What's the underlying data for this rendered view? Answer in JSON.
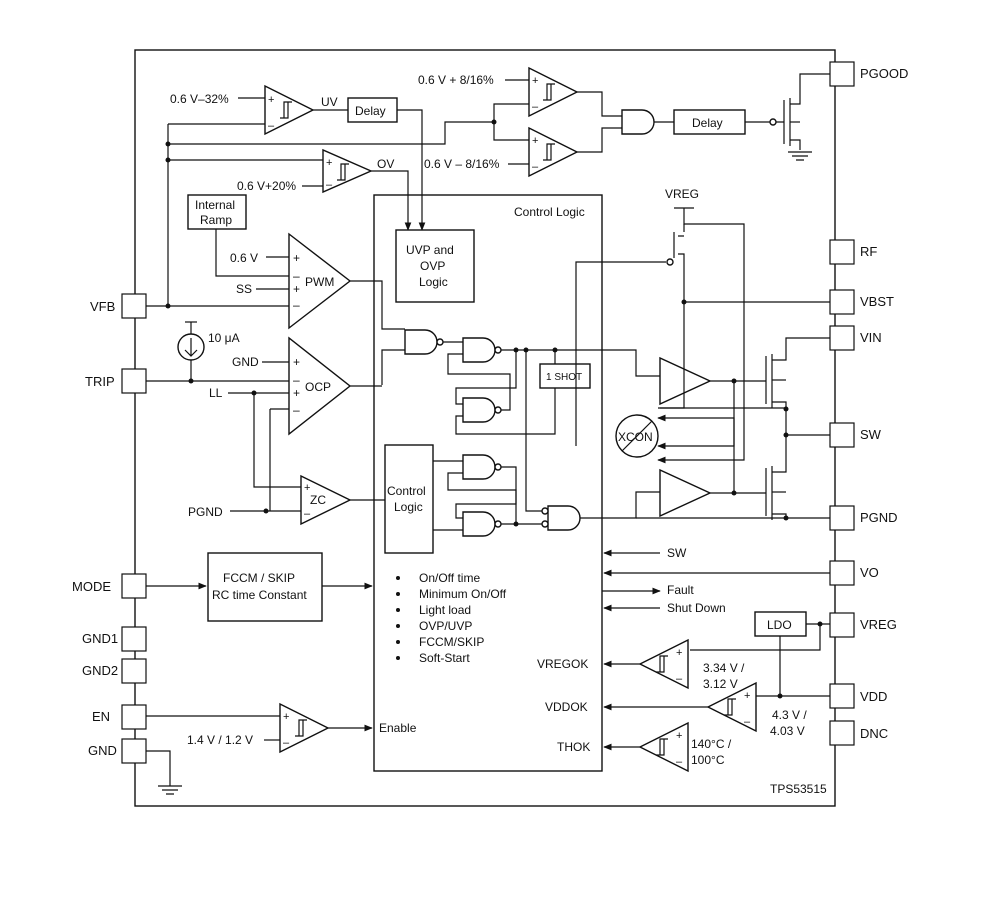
{
  "chip": {
    "part_number": "TPS53515"
  },
  "pins_left": {
    "vfb": "VFB",
    "trip": "TRIP",
    "mode": "MODE",
    "gnd1": "GND1",
    "gnd2": "GND2",
    "en": "EN",
    "gnd": "GND"
  },
  "pins_right": {
    "pgood": "PGOOD",
    "rf": "RF",
    "vbst": "VBST",
    "vin": "VIN",
    "sw": "SW",
    "pgnd": "PGND",
    "vo": "VO",
    "vreg": "VREG",
    "vdd": "VDD",
    "dnc": "DNC"
  },
  "labels": {
    "uv_threshold": "0.6 V–32%",
    "uv": "UV",
    "ov": "OV",
    "ov_threshold": "0.6 V+20%",
    "pg_high": "0.6 V + 8/16%",
    "pg_low": "0.6 V – 8/16%",
    "delay": "Delay",
    "delay2": "Delay",
    "control_logic": "Control Logic",
    "uvp_ovp": [
      "UVP and",
      "OVP",
      "Logic"
    ],
    "internal_ramp": [
      "Internal",
      "Ramp"
    ],
    "v06": "0.6 V",
    "ss": "SS",
    "pwm": "PWM",
    "current": "10 μA",
    "gnd_label": "GND",
    "ll": "LL",
    "ocp": "OCP",
    "zc": "ZC",
    "pgnd_label": "PGND",
    "control_logic_small": [
      "Control",
      "Logic"
    ],
    "one_shot": "1 SHOT",
    "xcon": "XCON",
    "vreg_top": "VREG",
    "fccm": [
      "FCCM / SKIP",
      "RC time Constant"
    ],
    "features": [
      "On/Off time",
      "Minimum On/Off",
      "Light load",
      "OVP/UVP",
      "FCCM/SKIP",
      "Soft-Start"
    ],
    "sw_in": "SW",
    "fault": "Fault",
    "shutdown": "Shut Down",
    "ldo": "LDO",
    "vregok": "VREGOK",
    "vddok": "VDDOK",
    "thok": "THOK",
    "vregok_th": [
      "3.34 V /",
      "3.12 V"
    ],
    "vddok_th": [
      "4.3 V /",
      "4.03 V"
    ],
    "thok_th": [
      "140°C /",
      "100°C"
    ],
    "enable": "Enable",
    "en_th": "1.4 V / 1.2 V"
  }
}
